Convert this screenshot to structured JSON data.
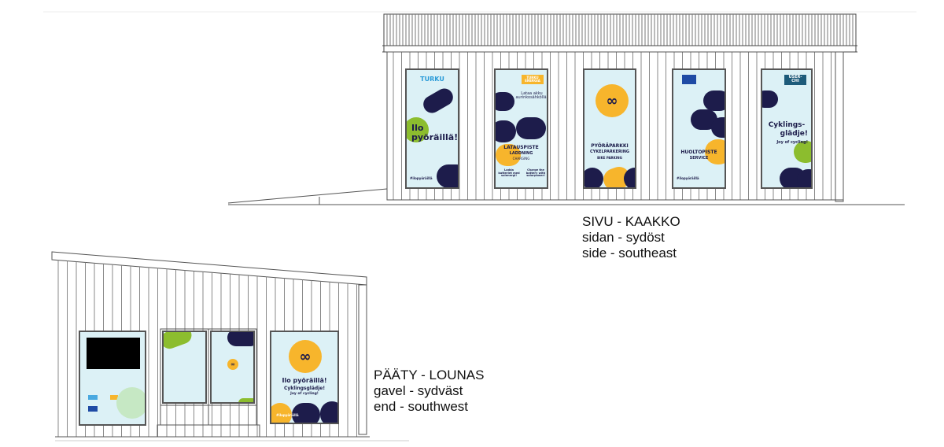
{
  "elevations": {
    "southeast": {
      "line1": "SIVU - KAAKKO",
      "line2": "sidan - sydöst",
      "line3": "side - southeast"
    },
    "southwest": {
      "line1": "PÄÄTY - LOUNAS",
      "line2": "gavel - sydväst",
      "line3": "end - southwest"
    }
  },
  "posters_side": [
    {
      "logo": "TURKU",
      "title": "Ilo pyöräillä!",
      "hashtag": "#ilopyöräillä"
    },
    {
      "logo": "TURKU ENERGIA",
      "tagline": "Lataa akku aurinkosähköllä!",
      "title1": "LATAUSPISTE",
      "title2": "LADDNING",
      "title3": "CHARGING",
      "note1": "Ladda batteriet med solenergi!",
      "note2": "Charge the battery with solarpower!"
    },
    {
      "icon": "bicycle-icon",
      "title1": "PYÖRÄPARKKI",
      "title2": "CYKELPARKERING",
      "title3": "BIKE PARKING"
    },
    {
      "logo": "EU",
      "title1": "HUOLTOPISTE",
      "title2": "SERVICE",
      "hashtag": "#ilopyöräillä"
    },
    {
      "logo": "USER-CHI",
      "title1": "Cyklings-",
      "title2": "glädje!",
      "title3": "Joy of cycling!"
    }
  ],
  "posters_end": {
    "big": {
      "title1": "Ilo pyöräillä!",
      "title2": "Cyklingsglädje!",
      "title3": "Joy of cycling!",
      "hashtag": "#ilopyöräillä"
    }
  },
  "colors": {
    "navy": "#1d1c4b",
    "yellow": "#f7b52c",
    "green": "#8cbd2e",
    "poster_bg": "#dcf1f6"
  }
}
